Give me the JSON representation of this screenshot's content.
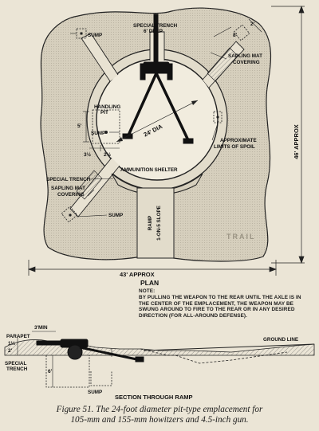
{
  "plan": {
    "special_trench_top": "SPECIAL TRENCH",
    "special_trench_depth": "6' DEEP",
    "sump_top_left": "SUMP",
    "dim_8": "8'",
    "dim_2_top": "2'",
    "sapling_mat_right": "SAPLING MAT",
    "covering_right": "COVERING",
    "handling_pit_1": "HANDLING",
    "handling_pit_2": "PIT",
    "dim_5": "5'",
    "sump_pit": "SUMP",
    "dim_3_5": "3½",
    "dim_2_5": "2½",
    "diameter": "24' DIA",
    "limits_1": "APPROXIMATE",
    "limits_2": "LIMITS OF SPOIL",
    "height": "46' APPROX",
    "ammo_shelter": "AMMUNITION SHELTER",
    "special_trench_left": "SPECIAL TRENCH",
    "sapling_mat_left": "SAPLING MAT",
    "covering_left": "COVERING",
    "sump_bottom": "SUMP",
    "ramp": "RAMP",
    "slope": "1-ON-5 SLOPE",
    "width": "43' APPROX",
    "plan_label": "PLAN",
    "trail": "TRAIL"
  },
  "note": {
    "heading": "NOTE:",
    "text": "BY PULLING THE WEAPON TO THE REAR UNTIL THE AXLE IS IN THE CENTER OF THE EMPLACEMENT, THE WEAPON MAY BE SWUNG AROUND TO FIRE TO THE REAR OR IN ANY DESIRED DIRECTION (FOR ALL-AROUND DEFENSE)."
  },
  "section": {
    "parapet": "PARAPET",
    "dim_3min": "3'MIN",
    "dim_1_5": "1½",
    "dim_2": "2'",
    "ground_line": "GROUND LINE",
    "special_trench_1": "SPECIAL",
    "special_trench_2": "TRENCH",
    "dim_6": "6'",
    "sump": "SUMP",
    "label": "SECTION THROUGH RAMP"
  },
  "caption": {
    "line1": "Figure 51. The 24-foot diameter pit-type emplacement for",
    "line2": "105-mm and 155-mm howitzers and 4.5-inch gun."
  },
  "colors": {
    "paper": "#ebe5d6",
    "ink": "#1a1a1a",
    "spoil": "#cfc8b6"
  }
}
